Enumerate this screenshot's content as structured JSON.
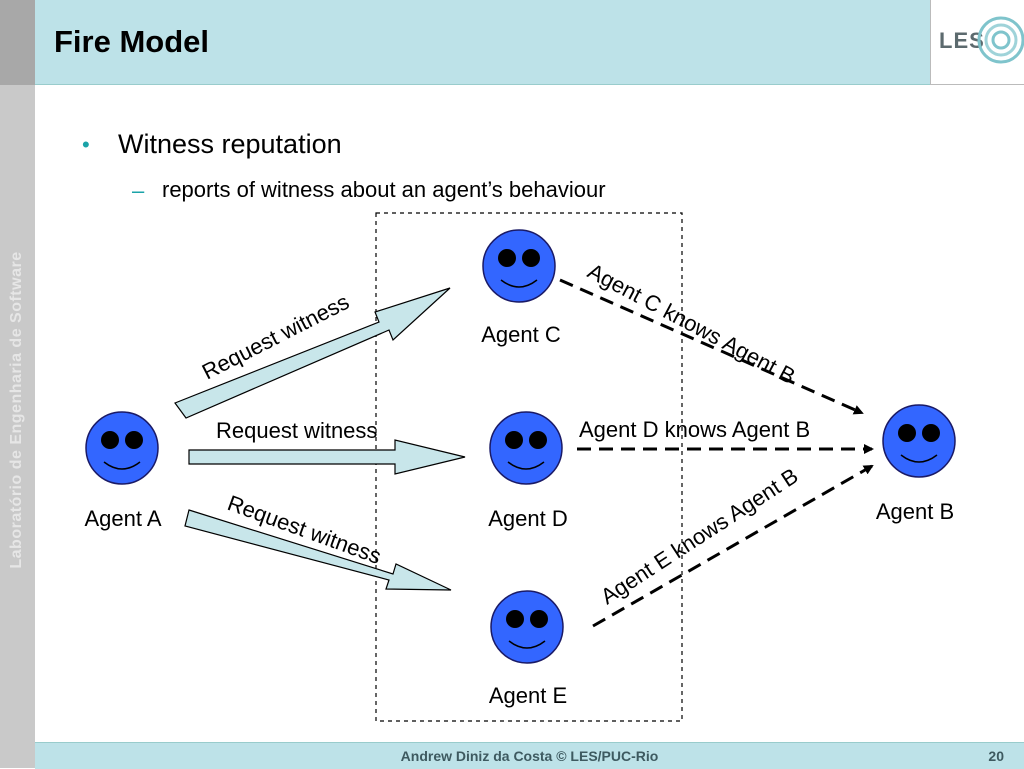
{
  "slide": {
    "title": "Fire Model",
    "sidebar_text": "Laboratório de Engenharia de Software",
    "logo": "LES",
    "bullet": "Witness reputation",
    "sub_bullet": "reports of witness about an agent’s behaviour",
    "footer": "Andrew Diniz da Costa © LES/PUC-Rio",
    "page_number": "20"
  },
  "diagram": {
    "agents": {
      "a": "Agent A",
      "b": "Agent B",
      "c": "Agent C",
      "d": "Agent D",
      "e": "Agent E"
    },
    "request_labels": [
      "Request witness",
      "Request witness",
      "Request witness"
    ],
    "knows_labels": {
      "c": "Agent C knows Agent B",
      "d": "Agent D knows Agent B",
      "e": "Agent E knows Agent B"
    },
    "colors": {
      "face": "#3366ff",
      "arrow_fill": "#c8e6ea",
      "header": "#bde2e8"
    }
  }
}
